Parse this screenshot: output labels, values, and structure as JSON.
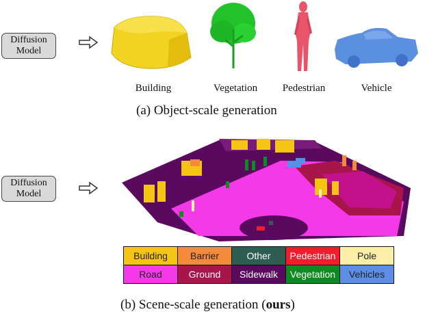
{
  "model_box": {
    "line1": "Diffusion",
    "line2": "Model"
  },
  "objects": [
    {
      "label": "Building",
      "icon": "building-icon",
      "color": "#f3d321"
    },
    {
      "label": "Vegetation",
      "icon": "tree-icon",
      "color": "#22c32a"
    },
    {
      "label": "Pedestrian",
      "icon": "person-icon",
      "color": "#e8546a"
    },
    {
      "label": "Vehicle",
      "icon": "car-icon",
      "color": "#5b8fe0"
    }
  ],
  "caption_a": "(a) Object-scale generation",
  "caption_b": {
    "prefix": "(b) Scene-scale generation (",
    "bold": "ours",
    "suffix": ")"
  },
  "legend": [
    [
      {
        "label": "Building",
        "bg": "#f6c412",
        "fg": "#222222"
      },
      {
        "label": "Barrier",
        "bg": "#f58a3a",
        "fg": "#222222"
      },
      {
        "label": "Other",
        "bg": "#2e5e52",
        "fg": "#ffffff"
      },
      {
        "label": "Pedestrian",
        "bg": "#f21c2c",
        "fg": "#ffffff"
      },
      {
        "label": "Pole",
        "bg": "#fbeea6",
        "fg": "#222222"
      }
    ],
    [
      {
        "label": "Road",
        "bg": "#f43ae8",
        "fg": "#222222"
      },
      {
        "label": "Ground",
        "bg": "#a8154a",
        "fg": "#ffffff"
      },
      {
        "label": "Sidewalk",
        "bg": "#5a0a5e",
        "fg": "#ffffff"
      },
      {
        "label": "Vegetation",
        "bg": "#0e8a22",
        "fg": "#ffffff"
      },
      {
        "label": "Vehicles",
        "bg": "#5c8ee6",
        "fg": "#222222"
      }
    ]
  ]
}
